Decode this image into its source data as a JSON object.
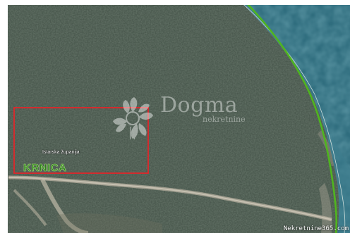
{
  "map": {
    "region_name": "Istarska županija",
    "place_name": "KRNICA",
    "watermark_title": "Dogma",
    "watermark_subtitle": "nekretnine",
    "credit": "Nekretnine365.com"
  },
  "colors": {
    "forest": "#3d4a3c",
    "sea": "#2f6d7e",
    "boundary_green": "#4fb51f",
    "selection_red": "#e0262a",
    "road": "#b9b2a2"
  },
  "icons": {
    "watermark_logo": "dogma-flower-logo"
  }
}
